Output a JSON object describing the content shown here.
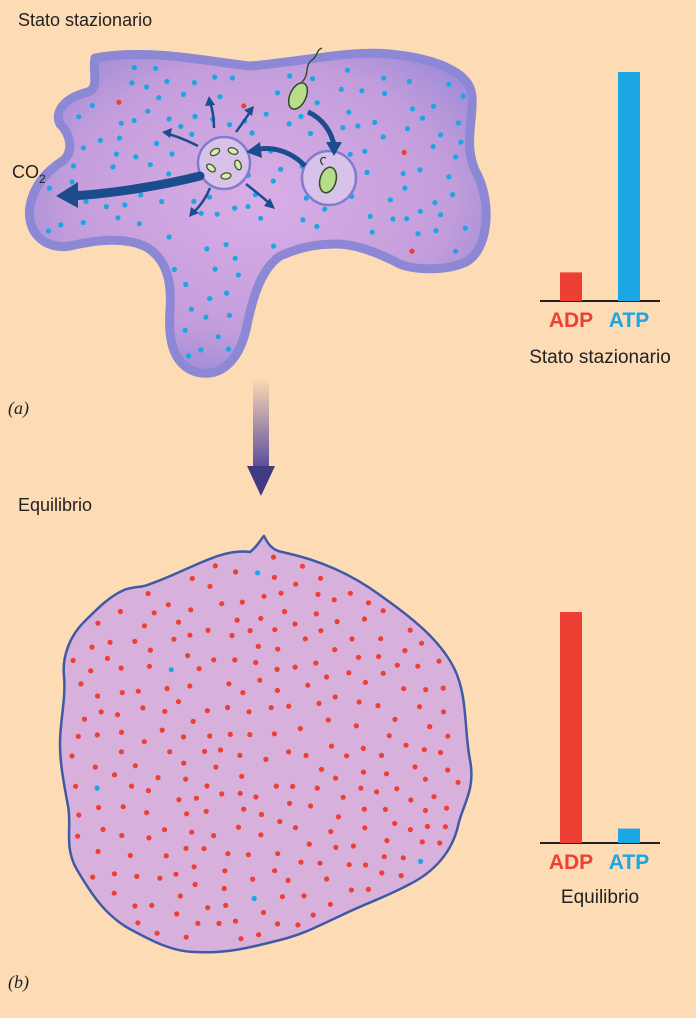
{
  "panel_a": {
    "title": "Stato stazionario",
    "letter": "(a)",
    "co2_label": "CO",
    "co2_subscript": "2",
    "chart_title": "Stato stazionario"
  },
  "panel_b": {
    "title": "Equilibrio",
    "letter": "(b)",
    "chart_title": "Equilibrio"
  },
  "colors": {
    "background": "#fddcb5",
    "cell_fill": "#c7a2dc",
    "cell_edge": "#8d88d6",
    "adp": "#ee3f35",
    "atp": "#1ba6e4",
    "arrow": "#1b4d8e",
    "bacterium": "#b7dc8a"
  },
  "chart_data": [
    {
      "type": "bar",
      "categories": [
        "ADP",
        "ATP"
      ],
      "values": [
        1,
        8
      ],
      "colors": [
        "#ee3f35",
        "#1ba6e4"
      ],
      "title": "Stato stazionario",
      "xlabel": "",
      "ylabel": "",
      "ylim": [
        0,
        8
      ]
    },
    {
      "type": "bar",
      "categories": [
        "ADP",
        "ATP"
      ],
      "values": [
        8,
        0.5
      ],
      "colors": [
        "#ee3f35",
        "#1ba6e4"
      ],
      "title": "Equilibrio",
      "xlabel": "",
      "ylabel": "",
      "ylim": [
        0,
        8
      ]
    }
  ]
}
